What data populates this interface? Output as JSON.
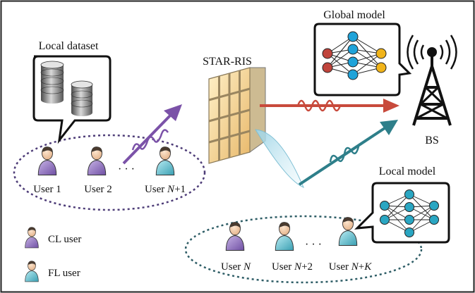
{
  "labels": {
    "local_dataset": "Local dataset",
    "star_ris": "STAR-RIS",
    "global_model": "Global model",
    "bs": "BS",
    "local_model": "Local model"
  },
  "users_left": [
    {
      "label": "User 1",
      "type": "CL"
    },
    {
      "label": "User 2",
      "type": "CL"
    },
    {
      "label": "User N+1",
      "base": "User ",
      "italic": "N",
      "suffix": "+1",
      "type": "FL"
    }
  ],
  "users_right": [
    {
      "label": "User N",
      "base": "User ",
      "italic": "N",
      "suffix": "",
      "type": "CL"
    },
    {
      "label": "User N+2",
      "base": "User ",
      "italic": "N",
      "suffix": "+2",
      "type": "FL"
    },
    {
      "label": "User N+K",
      "base": "User ",
      "italic": "N",
      "suffix": "+",
      "italic2": "K",
      "type": "FL"
    }
  ],
  "ellipsis": "· · ·",
  "legend": [
    {
      "label": "CL user",
      "type": "CL"
    },
    {
      "label": "FL user",
      "type": "FL"
    }
  ],
  "colors": {
    "cl_user": "#8b6fb8",
    "fl_user": "#4fb3c4",
    "uplink_arrow": "#7b52a8",
    "downlink_arrow": "#c84a3c",
    "fl_arrow": "#2e7f8a",
    "panel": "#f7dfa6",
    "panel_frame": "#d8c9a7",
    "node_red": "#c0443c",
    "node_blue": "#1fa3d9",
    "node_yellow": "#f1b41a",
    "node_teal": "#2aa6c2"
  },
  "icons": [
    "database-icon",
    "star-ris-panel-icon",
    "neural-network-icon",
    "base-station-tower-icon",
    "user-icon"
  ]
}
